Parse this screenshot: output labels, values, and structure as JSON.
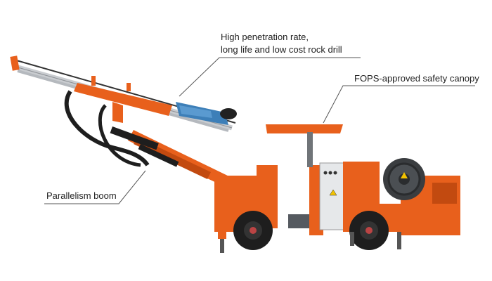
{
  "figure": {
    "subject": "Underground single-boom drilling rig",
    "colors": {
      "body_orange": "#E8601C",
      "dark_orange": "#C24A10",
      "tire_black": "#1e1e1e",
      "drill_blue": "#3d7fb8",
      "steel": "#c9ccd0",
      "leader_line": "#555555"
    }
  },
  "annotations": [
    {
      "id": "rock-drill",
      "lines": [
        "High penetration rate,",
        "long life and low cost rock drill"
      ]
    },
    {
      "id": "canopy",
      "lines": [
        "FOPS-approved safety canopy"
      ]
    },
    {
      "id": "boom",
      "lines": [
        "Parallelism boom"
      ]
    }
  ]
}
